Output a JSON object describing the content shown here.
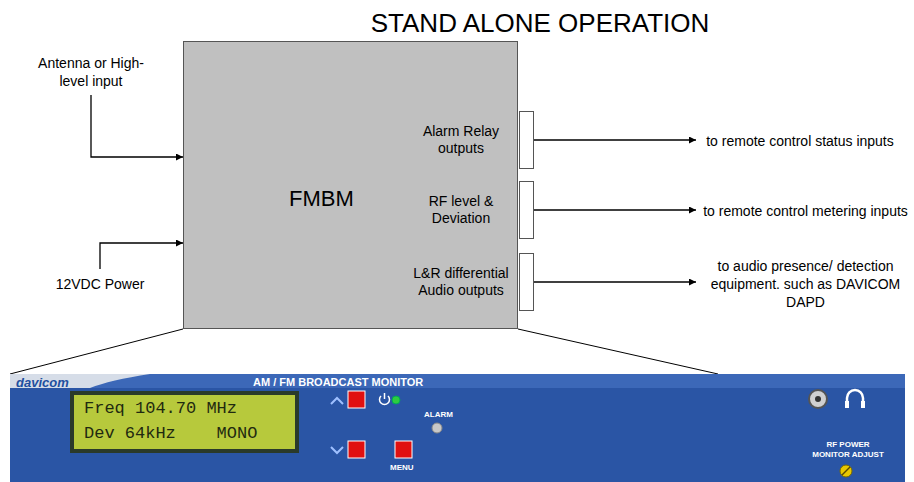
{
  "diagram": {
    "title": "STAND ALONE OPERATION",
    "nodes": [
      {
        "text": [
          "FMBM"
        ]
      },
      {
        "text": [
          "Alarm Relay outputs"
        ],
        "in": 0
      },
      {
        "text": [
          "RF level & Deviation"
        ],
        "in": 0
      },
      {
        "text": [
          "L&R differential Audio outputs"
        ],
        "in": 0
      },
      {
        "text": [
          "Antenna or High-level input"
        ]
      },
      {
        "text": [
          "12VDC Power"
        ]
      },
      {
        "text": [
          "to remote control status inputs"
        ]
      },
      {
        "text": [
          "to remote control metering inputs"
        ]
      },
      {
        "text": [
          "to audio presence/ detection equipment. such as DAVICOM DAPD"
        ]
      }
    ],
    "edges": [
      {
        "from": 4,
        "to": 0,
        "arrow": "to"
      },
      {
        "from": 5,
        "to": 0,
        "arrow": "to"
      },
      {
        "from": 1,
        "to": 6,
        "arrow": "to"
      },
      {
        "from": 2,
        "to": 7,
        "arrow": "to"
      },
      {
        "from": 3,
        "to": 8,
        "arrow": "to"
      }
    ],
    "labels": [
      "davicom",
      "AM / FM BROADCAST MONITOR",
      "Freq 104.70 MHz",
      "Dev 64kHz    MONO",
      "ALARM",
      "MENU",
      "RF POWER MONITOR ADJUST"
    ]
  }
}
